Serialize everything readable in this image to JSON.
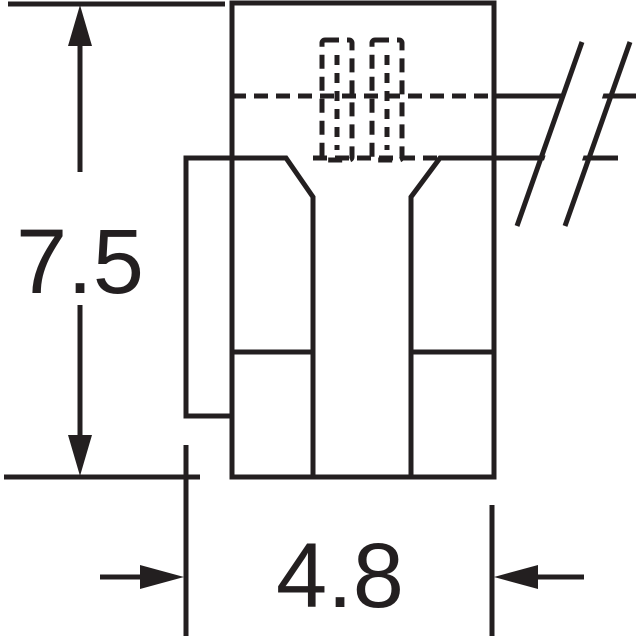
{
  "drawing": {
    "type": "mechanical-outline",
    "line_color": "#231f20",
    "background": "#ffffff",
    "break_symbol": "double-slash",
    "units": "mm"
  },
  "dimensions": {
    "height": {
      "label": "7.5",
      "value": 7.5,
      "orientation": "vertical"
    },
    "width": {
      "label": "4.8",
      "value": 4.8,
      "orientation": "horizontal"
    }
  }
}
